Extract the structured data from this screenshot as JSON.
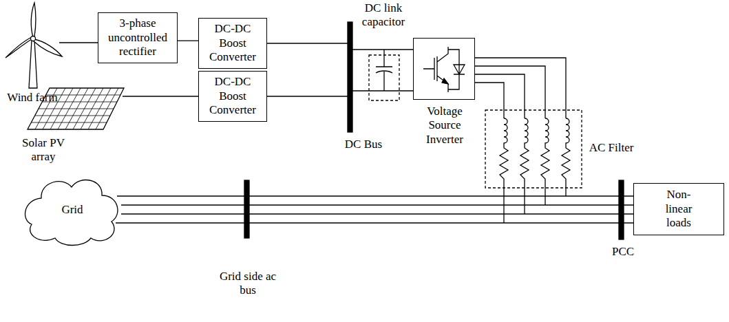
{
  "diagram": {
    "nodes": [
      {
        "text": [
          "3-phase uncontrolled rectifier"
        ]
      },
      {
        "text": [
          "DC-DC Boost Converter"
        ]
      },
      {
        "text": [
          "Voltage Source Inverter"
        ]
      },
      {
        "text": [
          "DC-DC Boost Converter"
        ]
      },
      {
        "text": [
          "Grid"
        ]
      },
      {
        "text": [
          "Non-linear loads"
        ]
      }
    ],
    "edges": [
      {
        "from": 0,
        "to": 1,
        "arrow": "none"
      }
    ],
    "labels": [
      "Wind farm",
      "Solar PV array",
      "DC link capacitor",
      "DC Bus",
      "AC Filter",
      "Grid side ac bus",
      "PCC"
    ]
  }
}
